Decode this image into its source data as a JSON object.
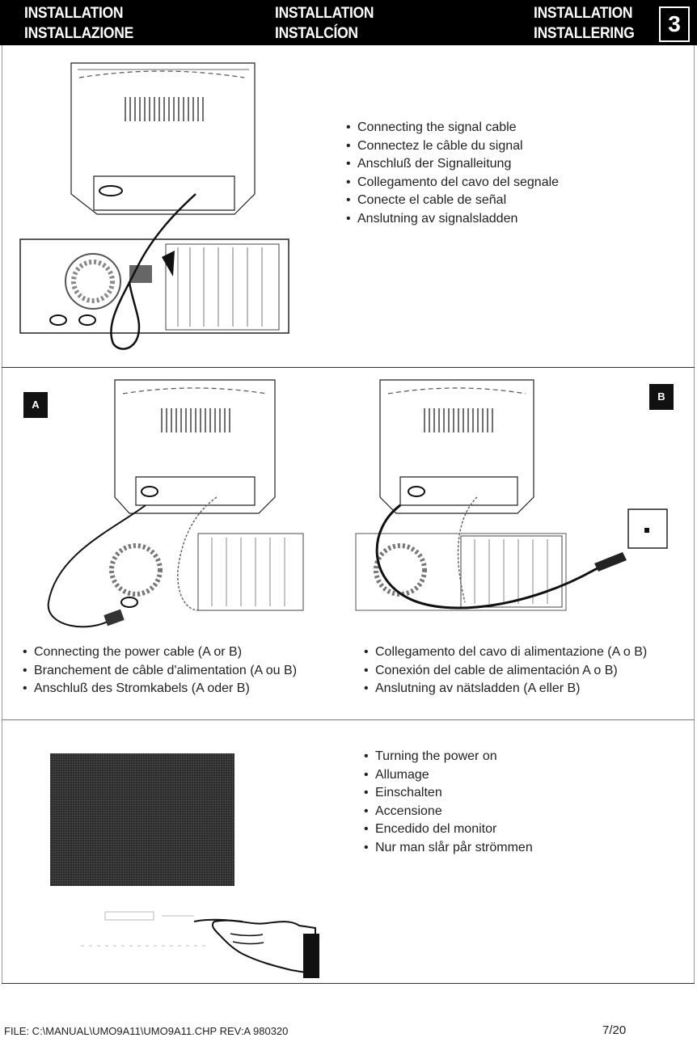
{
  "header": {
    "col1": [
      "INSTALLATION",
      "INSTALLAZIONE"
    ],
    "col2": [
      "INSTALLATION",
      "INSTALCÍON"
    ],
    "col3": [
      "INSTALLATION",
      "INSTALLERING"
    ],
    "page_number": "3"
  },
  "section1": {
    "bullets": [
      "Connecting the signal cable",
      "Connectez le câble du signal",
      "Anschluß der Signalleitung",
      "Collegamento del cavo del segnale",
      "Conecte el cable de señal",
      "Anslutning av signalsladden"
    ]
  },
  "section2": {
    "label_a": "A",
    "label_b": "B",
    "bullets_left": [
      "Connecting the power cable (A or B)",
      "Branchement de câble d'alimentation (A ou B)",
      "Anschluß des Stromkabels (A oder B)"
    ],
    "bullets_right": [
      "Collegamento del cavo di alimentazione (A o B)",
      "Conexión del cable de alimentación A o B)",
      "Anslutning av nätsladden (A eller B)"
    ]
  },
  "section3": {
    "bullets": [
      "Turning the power on",
      "Allumage",
      "Einschalten",
      "Accensione",
      "Encedido del monitor",
      "Nur man slår pår strömmen"
    ]
  },
  "footer": {
    "file": "FILE: C:\\MANUAL\\UMO9A11\\UMO9A11.CHP REV:A  980320",
    "page": "7/20"
  }
}
